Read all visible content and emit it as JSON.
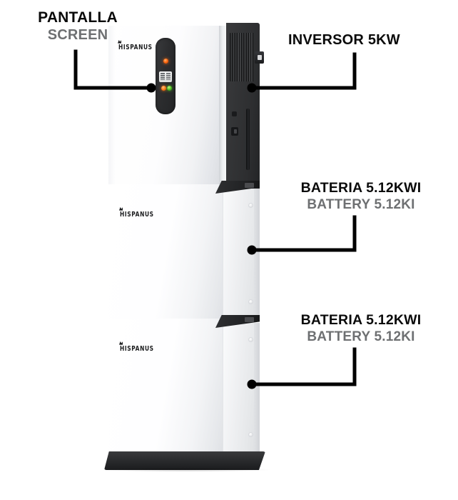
{
  "diagram": {
    "title": "Hispanus solar storage stack — labelled product diagram",
    "background_color": "#ffffff",
    "label_color_primary": "#0a0a0a",
    "label_color_secondary": "#6e7072",
    "leader_color": "#000000"
  },
  "callouts": [
    {
      "id": "screen",
      "line1": "PANTALLA",
      "line2": "SCREEN",
      "side": "left",
      "target_part": "screen-module"
    },
    {
      "id": "inverter",
      "line1": "INVERSOR 5KW",
      "line2": "",
      "side": "right",
      "target_part": "inverter-side-panel"
    },
    {
      "id": "battery-1",
      "line1": "BATERIA 5.12KWI",
      "line2": "BATTERY 5.12KI",
      "side": "right",
      "target_part": "battery-module-upper"
    },
    {
      "id": "battery-2",
      "line1": "BATERIA 5.12KWI",
      "line2": "BATTERY 5.12KI",
      "side": "right",
      "target_part": "battery-module-lower"
    }
  ],
  "device": {
    "brand": "HISPANUS",
    "modules": [
      {
        "id": "inverter",
        "type": "inverter",
        "brand_label": "HISPANUS"
      },
      {
        "id": "battery-1",
        "type": "battery",
        "brand_label": "HISPANUS"
      },
      {
        "id": "battery-2",
        "type": "battery",
        "brand_label": "HISPANUS"
      }
    ],
    "screen_module": {
      "leds": [
        {
          "id": "led-top",
          "color": "#ff6a12",
          "state": "on"
        },
        {
          "id": "led-orange-2",
          "color": "#ff7a1a",
          "state": "on"
        },
        {
          "id": "led-green",
          "color": "#4fc222",
          "state": "on"
        }
      ],
      "lcd_present": true
    },
    "colors": {
      "body_white": "#ffffff",
      "body_shade": "#e4e6ea",
      "dark_panel": "#2d2e30",
      "base_plinth": "#2b2c2e"
    }
  }
}
